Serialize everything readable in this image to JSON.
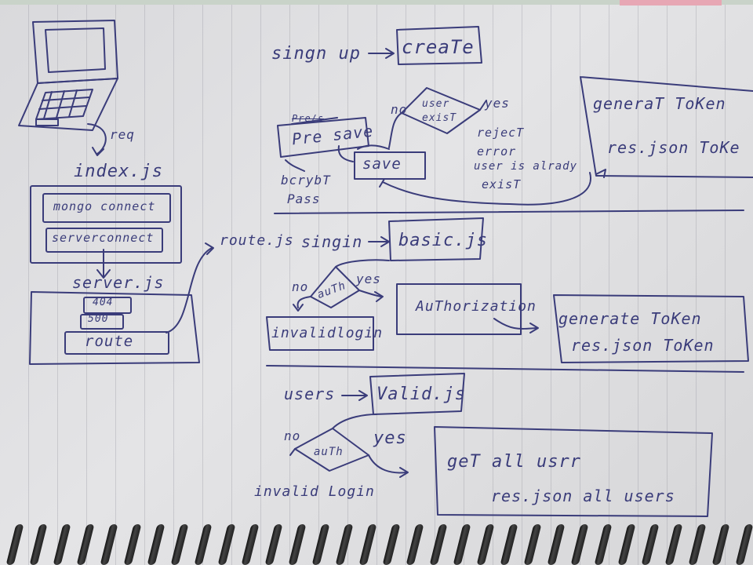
{
  "signup": {
    "label": "singn up",
    "box": "creaTe",
    "pre_save_struck": "Pre/s",
    "pre_save": "Pre save",
    "save": "save",
    "bcrypt": "bcrybT",
    "pass": "Pass",
    "decision": "user exisT",
    "no": "no",
    "yes": "yes",
    "reject_lines": [
      "rejecT",
      "error",
      "user is alrady",
      "exisT"
    ],
    "result_lines": [
      "generaT ToKen",
      "res.json ToKe"
    ]
  },
  "client": {
    "req": "req",
    "index": "index.js",
    "mongo": "mongo connect",
    "serverconnect": "serverconnect",
    "server": "server.js",
    "e404": "404",
    "e500": "500",
    "route": "route"
  },
  "signin": {
    "route_js": "route.js",
    "label": "singin",
    "box": "basic.js",
    "decision": "auTh",
    "no": "no",
    "yes": "yes",
    "invalid": "invalidlogin",
    "authorization": "AuThorization",
    "result_lines": [
      "generate ToKen",
      "res.json ToKen"
    ]
  },
  "users": {
    "label": "users",
    "box": "Valid.js",
    "decision": "auTh",
    "no": "no",
    "yes": "yes",
    "invalid": "invalid Login",
    "result_lines": [
      "geT all usrr",
      "res.json all users"
    ]
  }
}
